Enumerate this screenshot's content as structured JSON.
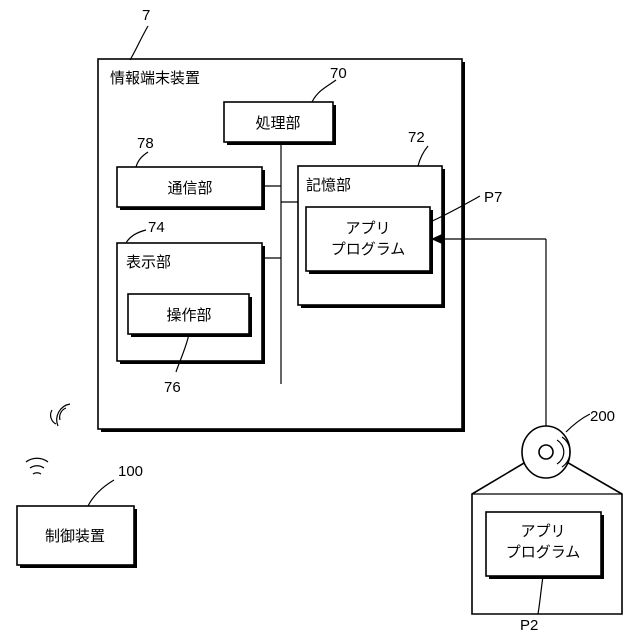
{
  "figure": {
    "terminal": {
      "ref": "7",
      "title": "情報端末装置"
    },
    "processor": {
      "ref": "70",
      "label": "処理部"
    },
    "storage": {
      "ref": "72",
      "label": "記憶部"
    },
    "app_in_terminal": {
      "ref": "P7",
      "line1": "アプリ",
      "line2": "プログラム"
    },
    "communication": {
      "ref": "78",
      "label": "通信部"
    },
    "display": {
      "ref": "74",
      "label": "表示部"
    },
    "operation": {
      "ref": "76",
      "label": "操作部"
    },
    "controller": {
      "ref": "100",
      "label": "制御装置"
    },
    "disc": {
      "ref": "200"
    },
    "app_on_media": {
      "ref": "P2",
      "line1": "アプリ",
      "line2": "プログラム"
    }
  }
}
